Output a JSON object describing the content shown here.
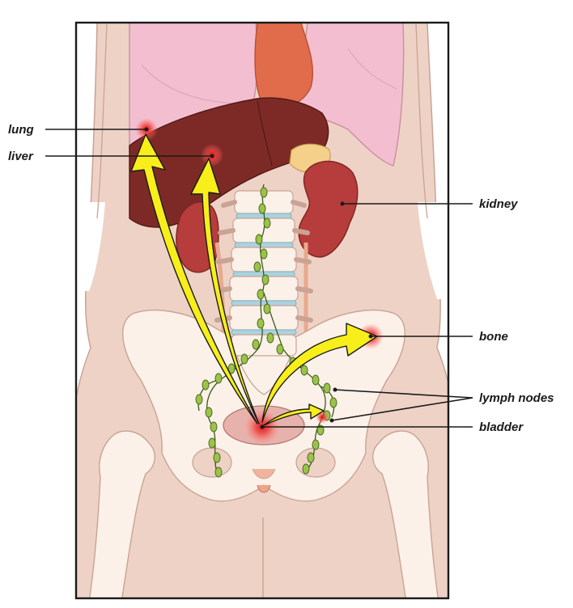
{
  "labels": {
    "lung": "lung",
    "liver": "liver",
    "kidney": "kidney",
    "bone": "bone",
    "lymph_nodes": "lymph nodes",
    "bladder": "bladder"
  },
  "colors": {
    "skin": "#eed2c6",
    "skin_outline": "#c9a394",
    "lung": "#f3bfd0",
    "heart": "#e06c4c",
    "liver": "#7d2a26",
    "kidney": "#b63d3b",
    "bone": "#fbf1e9",
    "disc": "#a9d3de",
    "lymph": "#9cc24a",
    "arrow": "#f8ee1a",
    "tumor": "#e8302e",
    "bladder": "#e7b2ab"
  }
}
